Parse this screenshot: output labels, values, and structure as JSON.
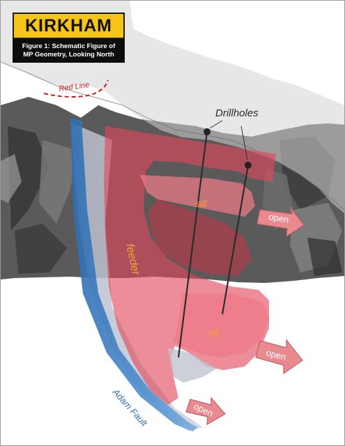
{
  "logo": {
    "text": "KIRKHAM"
  },
  "caption": {
    "text": "Figure 1: Schematic Figure of MP Geometry, Looking North"
  },
  "labels": {
    "red_line": "Red Line",
    "drillholes": "Drillholes",
    "sill_upper": "sill",
    "sill_lower": "sill",
    "feeder": "feeder",
    "adam_fault": "Adam Fault",
    "open_1": "open",
    "open_2": "open",
    "open_3": "open"
  },
  "colors": {
    "logo_bg": "#f5c518",
    "caption_bg": "#0d0d0d",
    "intrusion": "#e0475a",
    "fault": "#3d7ec2",
    "open_arrow": "#e88a8e",
    "label_orange": "#f5a23a",
    "red_line": "#d01818",
    "adam_fault_text": "#2f6fb8"
  }
}
